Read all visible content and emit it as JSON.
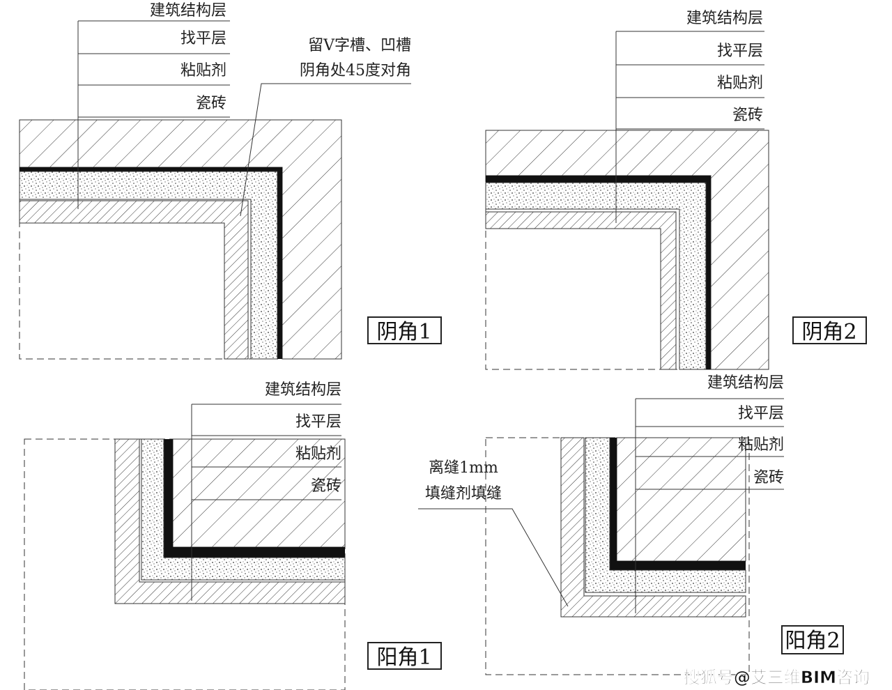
{
  "layers": {
    "structure": "建筑结构层",
    "leveling": "找平层",
    "adhesive": "粘贴剂",
    "tile": "瓷砖"
  },
  "notes": {
    "v_groove": "留V字槽、凹槽",
    "corner_45": "阴角处45度对角",
    "gap_1mm": "离缝1mm",
    "grout_fill": "填缝剂填缝"
  },
  "titles": {
    "inner1": "阴角1",
    "inner2": "阴角2",
    "outer1": "阳角1",
    "outer2": "阳角2"
  },
  "watermark": "搜狐号@艾三维BIM咨询",
  "colors": {
    "line": "#222222",
    "fill": "#ffffff"
  }
}
